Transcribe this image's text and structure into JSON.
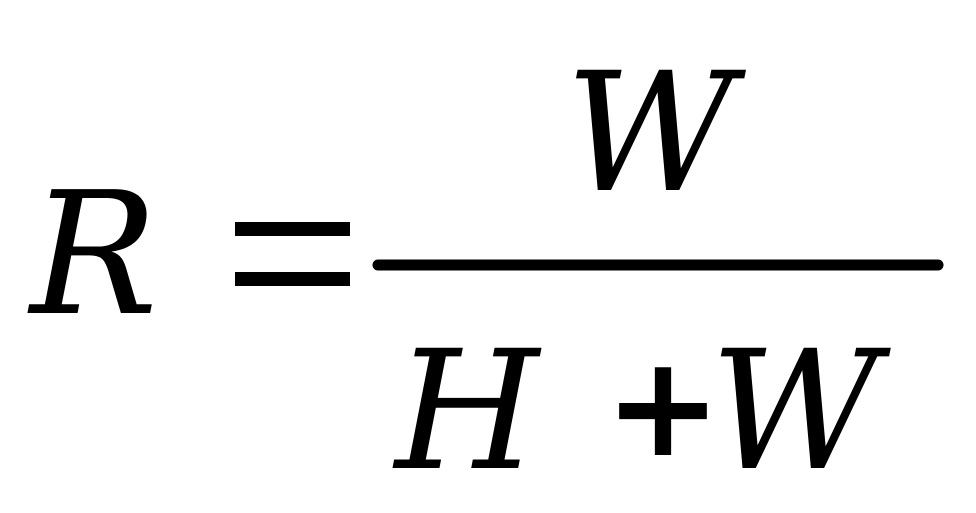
{
  "formula": {
    "lhs": "R",
    "equals": "=",
    "numerator": "W",
    "denominator": {
      "left": "H",
      "operator": "+",
      "right": "W"
    }
  },
  "colors": {
    "ink": "#000000",
    "background": "#ffffff"
  }
}
